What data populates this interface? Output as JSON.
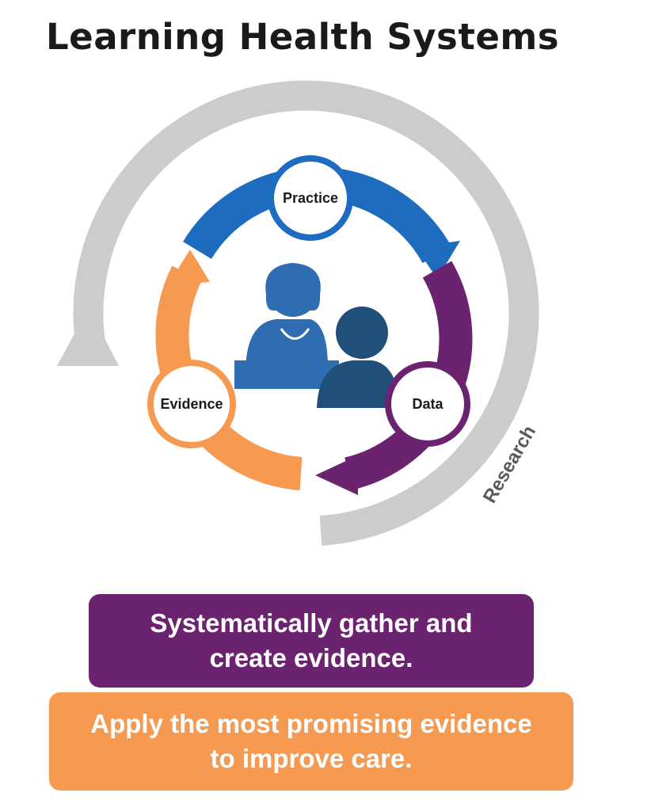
{
  "title": "Learning Health Systems",
  "cycle": {
    "nodes": {
      "practice": "Practice",
      "data": "Data",
      "evidence": "Evidence"
    },
    "outer_label": "Research"
  },
  "boxes": {
    "gather": [
      "Systematically gather and",
      "create evidence."
    ],
    "apply": [
      "Apply the most promising evidence",
      "to improve care."
    ]
  },
  "colors": {
    "blue": "#1e6cc0",
    "purple": "#6b2370",
    "orange": "#f59a50",
    "gray": "#cccccc",
    "doctor": "#2f6db3",
    "patient": "#204f7a"
  }
}
